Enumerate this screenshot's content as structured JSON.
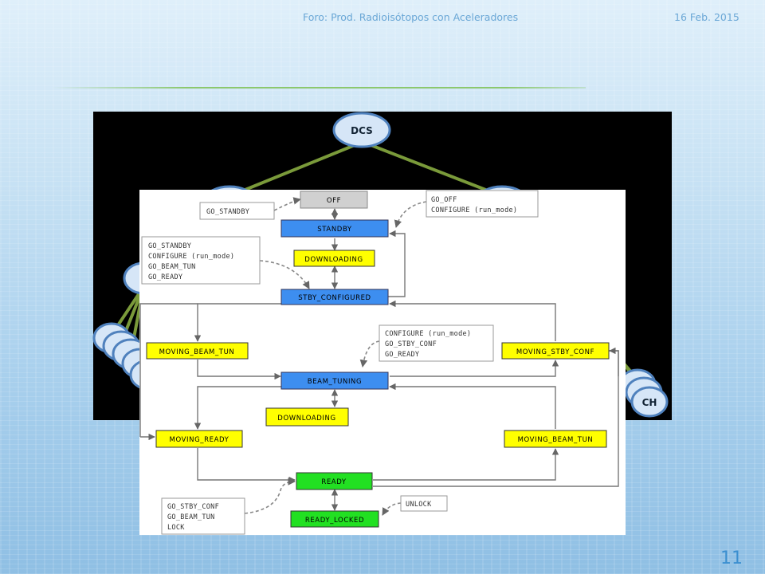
{
  "header": {
    "title": "Foro: Prod. Radioisótopos con Aceleradores",
    "date": "16 Feb. 2015"
  },
  "page_number": "11",
  "tree": {
    "top_node": "DCS",
    "bottom_right_node": "CH"
  },
  "states": {
    "off": "OFF",
    "standby": "STANDBY",
    "downloading_1": "DOWNLOADING",
    "stby_configured": "STBY_CONFIGURED",
    "moving_beam_tun_left": "MOVING_BEAM_TUN",
    "moving_stby_conf": "MOVING_STBY_CONF",
    "beam_tuning": "BEAM_TUNING",
    "downloading_2": "DOWNLOADING",
    "moving_ready": "MOVING_READY",
    "moving_beam_tun_right": "MOVING_BEAM_TUN",
    "ready": "READY",
    "ready_locked": "READY_LOCKED"
  },
  "notes": {
    "go_standby": [
      "GO_STANDBY"
    ],
    "go_off": [
      "GO_OFF",
      "CONFIGURE (run_mode)"
    ],
    "standby_cmds": [
      "GO_STANDBY",
      "CONFIGURE (run_mode)",
      "GO_BEAM_TUN",
      "GO_READY"
    ],
    "beam_cmds": [
      "CONFIGURE (run_mode)",
      "GO_STBY_CONF",
      "GO_READY"
    ],
    "ready_cmds": [
      "GO_STBY_CONF",
      "GO_BEAM_TUN",
      "LOCK"
    ],
    "unlock": [
      "UNLOCK"
    ]
  },
  "colors": {
    "state_gray": "#d0d0d0",
    "state_blue": "#3d8ef0",
    "state_yellow": "#ffff00",
    "state_green": "#22e022",
    "node_fill": "#d6e6f7",
    "tree_line": "#7a9a3a"
  }
}
